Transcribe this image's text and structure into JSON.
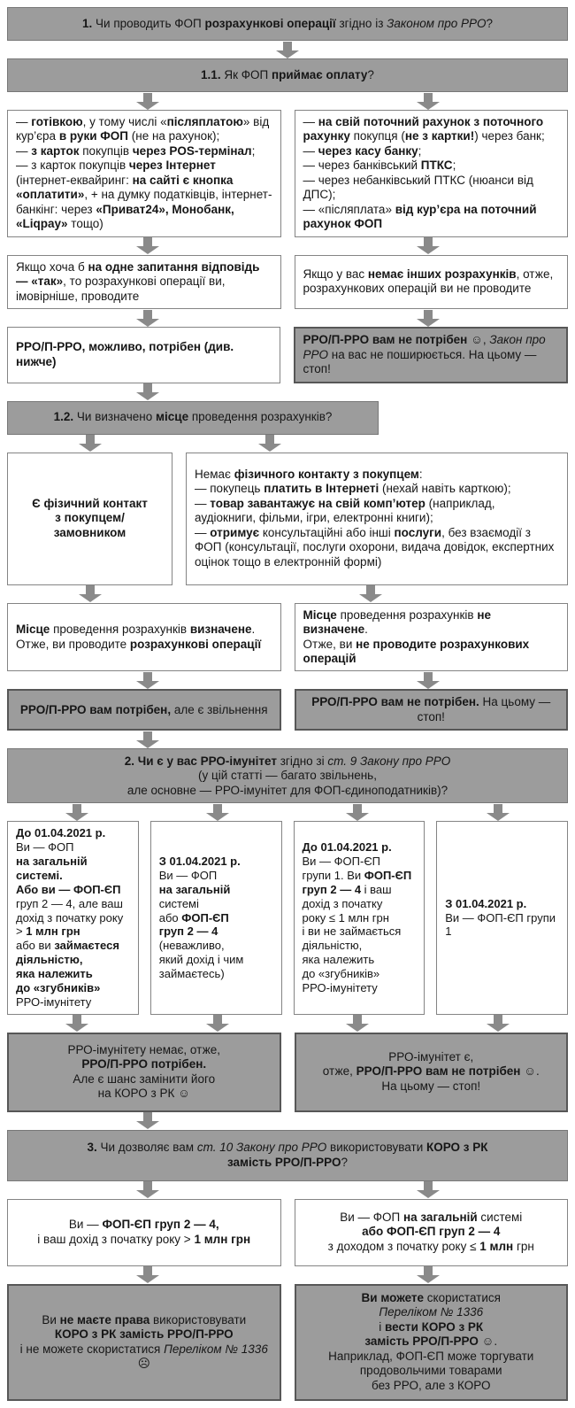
{
  "colors": {
    "banner_bg": "#9c9c9c",
    "banner_border": "#777777",
    "box_border": "#848484",
    "result_bg": "#9c9c9c",
    "result_border": "#575757",
    "arrow": "#8a8a8a",
    "text": "#161616"
  },
  "icons": {
    "happy_face": "☺",
    "sad_face": "☹"
  },
  "flow": {
    "q1": [
      {
        "t": "1. ",
        "b": 1
      },
      {
        "t": "Чи проводить ФОП "
      },
      {
        "t": "розрахункові операції",
        "b": 1
      },
      {
        "t": " згідно із "
      },
      {
        "t": "Законом про РРО",
        "i": 1
      },
      {
        "t": "?"
      }
    ],
    "q1_1": [
      {
        "t": "1.1. ",
        "b": 1
      },
      {
        "t": "Як ФОП "
      },
      {
        "t": "приймає оплату",
        "b": 1
      },
      {
        "t": "?"
      }
    ],
    "payment_cash": [
      {
        "t": "— "
      },
      {
        "t": "готівкою",
        "b": 1
      },
      {
        "t": ", у тому числі «"
      },
      {
        "t": "післяплатою",
        "b": 1
      },
      {
        "t": "» від кур’єра "
      },
      {
        "t": "в руки ФОП",
        "b": 1
      },
      {
        "t": " (не на рахунок);"
      },
      {
        "br": 1
      },
      {
        "t": "— "
      },
      {
        "t": "з карток",
        "b": 1
      },
      {
        "t": " покупців "
      },
      {
        "t": "через POS-термінал",
        "b": 1
      },
      {
        "t": ";"
      },
      {
        "br": 1
      },
      {
        "t": "— з карток покупців "
      },
      {
        "t": "через Інтернет",
        "b": 1
      },
      {
        "t": " (інтернет-еквайринг: "
      },
      {
        "t": "на сайті є кнопка «оплатити»",
        "b": 1
      },
      {
        "t": ", + на думку податківців, інтернет-банкінг: через "
      },
      {
        "t": "«Приват24», Монобанк, «Liqpay»",
        "b": 1
      },
      {
        "t": " тощо)"
      }
    ],
    "payment_account": [
      {
        "t": "— "
      },
      {
        "t": "на свій поточний рахунок з поточного рахунку",
        "b": 1
      },
      {
        "t": " покупця ("
      },
      {
        "t": "не з картки!",
        "b": 1
      },
      {
        "t": ") через банк;"
      },
      {
        "br": 1
      },
      {
        "t": "— "
      },
      {
        "t": "через касу банку",
        "b": 1
      },
      {
        "t": ";"
      },
      {
        "br": 1
      },
      {
        "t": "— через банківський "
      },
      {
        "t": "ПТКС",
        "b": 1
      },
      {
        "t": ";"
      },
      {
        "br": 1
      },
      {
        "t": "— через небанківський ПТКС (нюанси від ДПС);"
      },
      {
        "br": 1
      },
      {
        "t": "— «післяплата» "
      },
      {
        "t": "від кур’єра на поточний рахунок ФОП",
        "b": 1
      }
    ],
    "concl_yes": [
      {
        "t": "Якщо хоча б "
      },
      {
        "t": "на одне запитання відповідь — «так»",
        "b": 1
      },
      {
        "t": ", то розрахункові операції ви, імовірніше, проводите"
      }
    ],
    "concl_no": [
      {
        "t": "Якщо у вас "
      },
      {
        "t": "немає інших розрахунків",
        "b": 1
      },
      {
        "t": ", отже, розрахункових операцій ви не проводите"
      }
    ],
    "res1_left": [
      {
        "t": "РРО/П-РРО, можливо, потрібен (див. нижче)",
        "b": 1
      }
    ],
    "res1_right": [
      {
        "t": "РРО/П-РРО вам не потрібен",
        "b": 1
      },
      {
        "t": " ☺, "
      },
      {
        "t": "Закон про РРО",
        "i": 1
      },
      {
        "t": " на вас не поширюється. На цьому — стоп!"
      }
    ],
    "q1_2": [
      {
        "t": "1.2. ",
        "b": 1
      },
      {
        "t": "Чи визначено "
      },
      {
        "t": "місце",
        "b": 1
      },
      {
        "t": " проведення розрахунків?"
      }
    ],
    "contact_yes": [
      {
        "t": "Є фізичний контакт",
        "b": 1
      },
      {
        "br": 1
      },
      {
        "t": "з покупцем/",
        "b": 1
      },
      {
        "br": 1
      },
      {
        "t": "замовником",
        "b": 1
      }
    ],
    "contact_no": [
      {
        "t": "Немає "
      },
      {
        "t": "фізичного контакту з покупцем",
        "b": 1
      },
      {
        "t": ":"
      },
      {
        "br": 1
      },
      {
        "t": "— покупець "
      },
      {
        "t": "платить в Інтернеті",
        "b": 1
      },
      {
        "t": " (нехай навіть карткою);"
      },
      {
        "br": 1
      },
      {
        "t": "— "
      },
      {
        "t": "товар завантажує на свій комп’ютер",
        "b": 1
      },
      {
        "t": " (наприклад, аудіокниги, фільми, ігри, електронні книги);"
      },
      {
        "br": 1
      },
      {
        "t": "— "
      },
      {
        "t": "отримує",
        "b": 1
      },
      {
        "t": " консультаційні або інші "
      },
      {
        "t": "послуги",
        "b": 1
      },
      {
        "t": ", без взаємодії з ФОП (консультації, послуги охорони, видача довідок, експертних оцінок тощо в електронній формі)"
      }
    ],
    "place_defined": [
      {
        "t": "Місце",
        "b": 1
      },
      {
        "t": " проведення розрахунків "
      },
      {
        "t": "визначене",
        "b": 1
      },
      {
        "t": "."
      },
      {
        "br": 1
      },
      {
        "t": "Отже, ви проводите "
      },
      {
        "t": "розрахункові операції",
        "b": 1
      }
    ],
    "place_not_defined": [
      {
        "t": "Місце",
        "b": 1
      },
      {
        "t": " проведення розрахунків "
      },
      {
        "t": "не визначене",
        "b": 1
      },
      {
        "t": "."
      },
      {
        "br": 1
      },
      {
        "t": "Отже, ви "
      },
      {
        "t": "не проводите розрахункових операцій",
        "b": 1
      }
    ],
    "res2_left": [
      {
        "t": "РРО/П-РРО вам потрібен,",
        "b": 1
      },
      {
        "t": " але є звільнення"
      }
    ],
    "res2_right": [
      {
        "t": "РРО/П-РРО вам не потрібен.",
        "b": 1
      },
      {
        "t": " На цьому — стоп!"
      }
    ],
    "q2": [
      {
        "t": "2. Чи є у вас РРО-імунітет",
        "b": 1
      },
      {
        "t": " згідно зі "
      },
      {
        "t": "ст. 9 Закону про РРО",
        "i": 1
      },
      {
        "br": 1
      },
      {
        "t": "(у цій статті — багато звільнень,"
      },
      {
        "br": 1
      },
      {
        "t": "але основне — РРО-імунітет для ФОП-єдиноподатників)?"
      }
    ],
    "col1": [
      {
        "t": "До 01.04.2021 р.",
        "b": 1
      },
      {
        "br": 1
      },
      {
        "t": "Ви — ФОП"
      },
      {
        "br": 1
      },
      {
        "t": "на загальній системі.",
        "b": 1
      },
      {
        "br": 1
      },
      {
        "t": "Або ви — ФОП-ЄП",
        "b": 1
      },
      {
        "br": 1
      },
      {
        "t": "груп 2 — 4, але ваш дохід з початку року > "
      },
      {
        "t": "1 млн грн",
        "b": 1
      },
      {
        "br": 1
      },
      {
        "t": "або ви "
      },
      {
        "t": "займаєтеся діяльністю,",
        "b": 1
      },
      {
        "br": 1
      },
      {
        "t": "яка належить",
        "b": 1
      },
      {
        "br": 1
      },
      {
        "t": "до «згубників»",
        "b": 1
      },
      {
        "br": 1
      },
      {
        "t": "РРО-імунітету"
      }
    ],
    "col2": [
      {
        "t": "З 01.04.2021 р.",
        "b": 1
      },
      {
        "br": 1
      },
      {
        "t": "Ви — ФОП"
      },
      {
        "br": 1
      },
      {
        "t": "на загальній",
        "b": 1
      },
      {
        "t": " системі"
      },
      {
        "br": 1
      },
      {
        "t": "або "
      },
      {
        "t": "ФОП-ЄП",
        "b": 1
      },
      {
        "br": 1
      },
      {
        "t": "груп 2 — 4",
        "b": 1
      },
      {
        "br": 1
      },
      {
        "t": "(неважливо,"
      },
      {
        "br": 1
      },
      {
        "t": "який дохід і чим займаєтесь)"
      }
    ],
    "col3": [
      {
        "t": "До 01.04.2021 р.",
        "b": 1
      },
      {
        "br": 1
      },
      {
        "t": "Ви — ФОП-ЄП"
      },
      {
        "br": 1
      },
      {
        "t": "групи 1. Ви "
      },
      {
        "t": "ФОП-ЄП",
        "b": 1
      },
      {
        "br": 1
      },
      {
        "t": "груп 2 — 4",
        "b": 1
      },
      {
        "t": " і ваш"
      },
      {
        "br": 1
      },
      {
        "t": "дохід з початку"
      },
      {
        "br": 1
      },
      {
        "t": "року ≤ 1 млн грн"
      },
      {
        "br": 1
      },
      {
        "t": "і ви не займається"
      },
      {
        "br": 1
      },
      {
        "t": "діяльністю,"
      },
      {
        "br": 1
      },
      {
        "t": "яка належить"
      },
      {
        "br": 1
      },
      {
        "t": "до «згубників»"
      },
      {
        "br": 1
      },
      {
        "t": "РРО-імунітету"
      }
    ],
    "col4": [
      {
        "t": "З 01.04.2021 р.",
        "b": 1
      },
      {
        "br": 1
      },
      {
        "t": "Ви — ФОП-ЄП групи 1"
      }
    ],
    "res3_left": [
      {
        "t": "РРО-імунітету немає, отже,"
      },
      {
        "br": 1
      },
      {
        "t": "РРО/П-РРО потрібен.",
        "b": 1
      },
      {
        "br": 1
      },
      {
        "t": "Але є шанс замінити його"
      },
      {
        "br": 1
      },
      {
        "t": "на КОРО з РК ☺"
      }
    ],
    "res3_right": [
      {
        "t": "РРО-імунітет є,"
      },
      {
        "br": 1
      },
      {
        "t": "отже, "
      },
      {
        "t": "РРО/П-РРО вам не потрібен",
        "b": 1
      },
      {
        "t": " ☺."
      },
      {
        "br": 1
      },
      {
        "t": "На цьому — стоп!"
      }
    ],
    "q3": [
      {
        "t": "3. ",
        "b": 1
      },
      {
        "t": "Чи дозволяє вам "
      },
      {
        "t": "ст. 10 Закону про РРО",
        "i": 1
      },
      {
        "t": " використовувати "
      },
      {
        "t": "КОРО з РК",
        "b": 1
      },
      {
        "br": 1
      },
      {
        "t": "замість РРО/П-РРО",
        "b": 1
      },
      {
        "t": "?"
      }
    ],
    "cond_left": [
      {
        "t": "Ви — "
      },
      {
        "t": "ФОП-ЄП груп 2 — 4,",
        "b": 1
      },
      {
        "br": 1
      },
      {
        "t": "і ваш дохід з початку року > "
      },
      {
        "t": "1 млн грн",
        "b": 1
      }
    ],
    "cond_right": [
      {
        "t": "Ви — ФОП "
      },
      {
        "t": "на загальній",
        "b": 1
      },
      {
        "t": " системі"
      },
      {
        "br": 1
      },
      {
        "t": "або ФОП-ЄП груп 2 — 4",
        "b": 1
      },
      {
        "br": 1
      },
      {
        "t": "з доходом з початку року ≤ "
      },
      {
        "t": "1 млн",
        "b": 1
      },
      {
        "t": " грн"
      }
    ],
    "final_left": [
      {
        "t": "Ви "
      },
      {
        "t": "не маєте права",
        "b": 1
      },
      {
        "t": " використовувати"
      },
      {
        "br": 1
      },
      {
        "t": "КОРО з РК замість РРО/П-РРО",
        "b": 1
      },
      {
        "br": 1
      },
      {
        "t": "і не можете скористатися "
      },
      {
        "t": "Переліком № 1336",
        "i": 1
      },
      {
        "t": " ☹"
      }
    ],
    "final_right": [
      {
        "t": "Ви можете",
        "b": 1
      },
      {
        "t": " скористатися"
      },
      {
        "br": 1
      },
      {
        "t": "Переліком № 1336",
        "i": 1
      },
      {
        "br": 1
      },
      {
        "t": "і "
      },
      {
        "t": "вести КОРО з РК",
        "b": 1
      },
      {
        "br": 1
      },
      {
        "t": "замість РРО/П-РРО",
        "b": 1
      },
      {
        "t": " ☺."
      },
      {
        "br": 1
      },
      {
        "t": "Наприклад, ФОП-ЄП може торгувати"
      },
      {
        "br": 1
      },
      {
        "t": "продовольчими товарами"
      },
      {
        "br": 1
      },
      {
        "t": "без РРО, але з КОРО"
      }
    ]
  }
}
